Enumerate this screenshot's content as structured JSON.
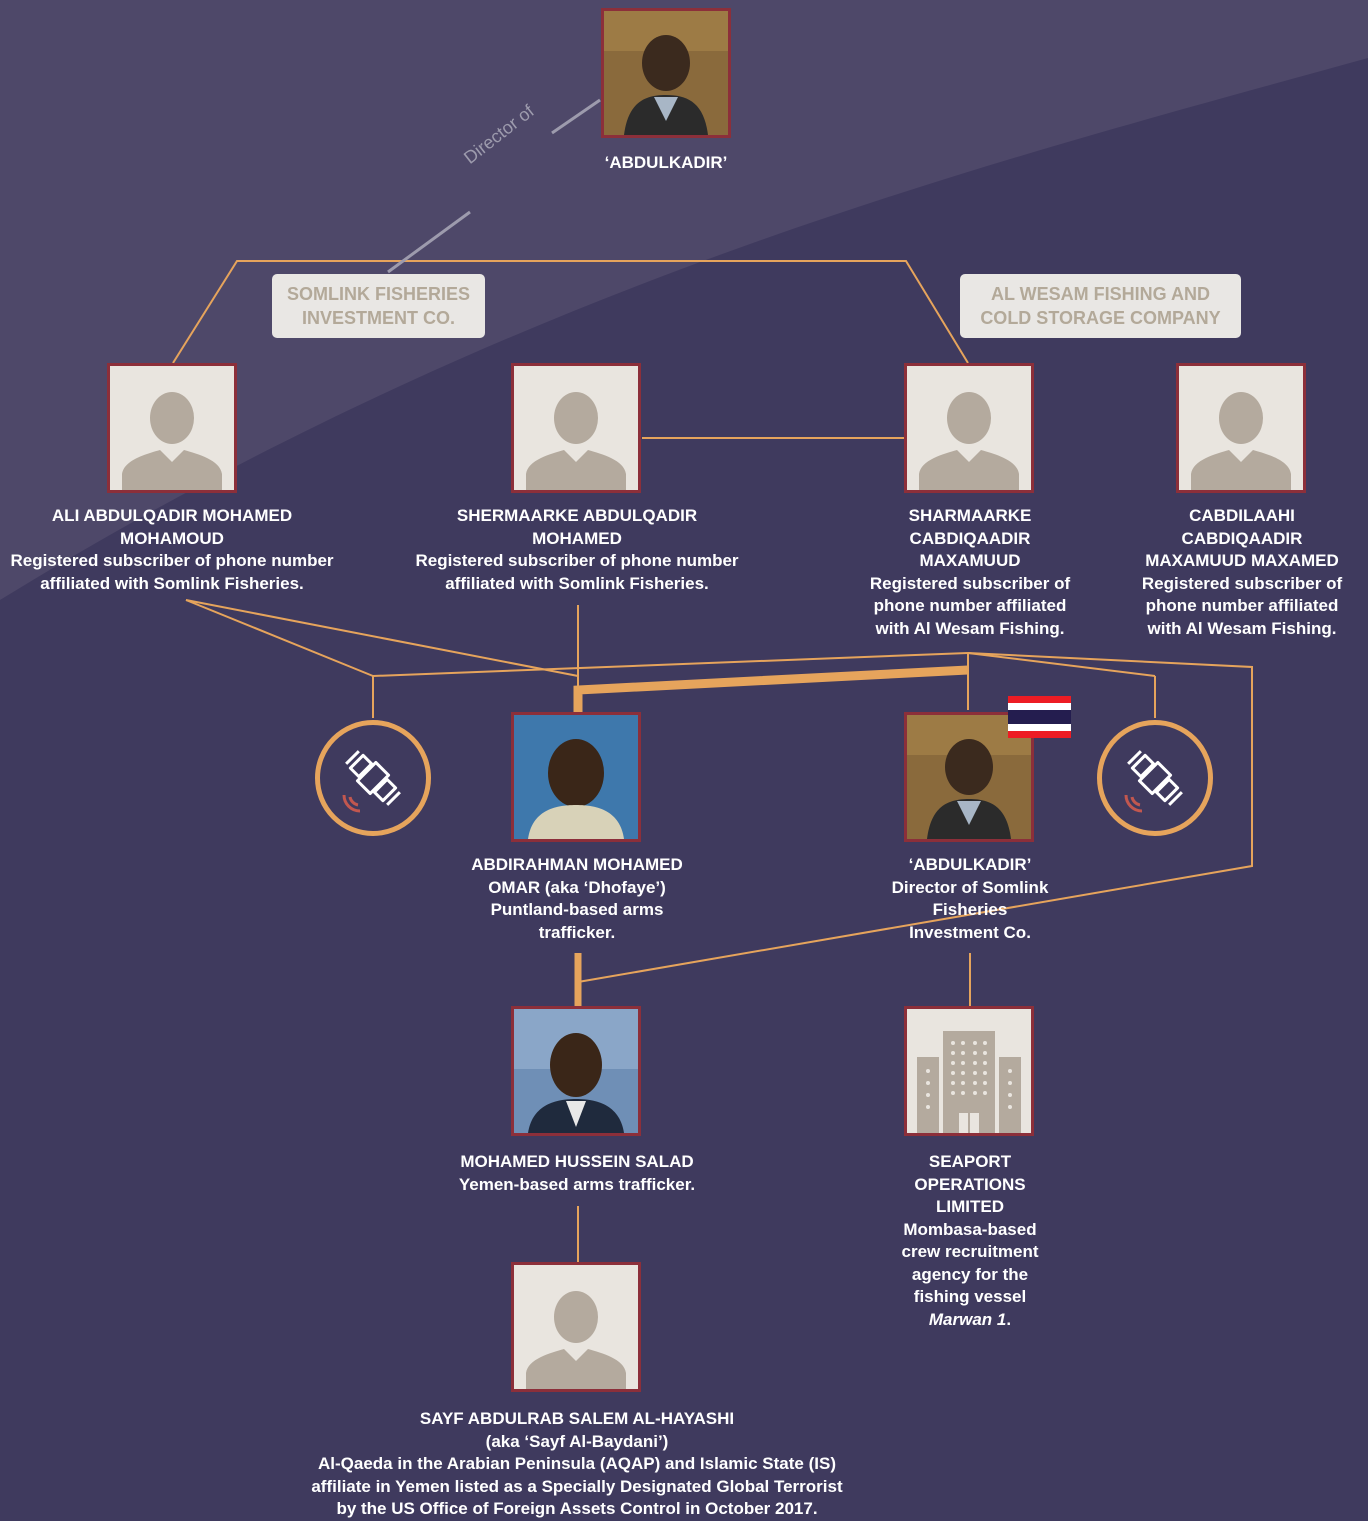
{
  "colors": {
    "background": "#3f3a5e",
    "background_light": "#4e4869",
    "connector": "#e6a45c",
    "relation_line": "#9d9bad",
    "photo_border": "#8c2f3a",
    "placeholder_bg": "#e9e5df",
    "placeholder_figure": "#b4aa9e",
    "company_box_bg": "#e9e7e4",
    "company_box_text": "#b3a999"
  },
  "relation_label": "Director of",
  "top": {
    "name": "‘ABDULKADIR’",
    "image": "photo"
  },
  "companies": [
    {
      "line1": "SOMLINK FISHERIES",
      "line2": "INVESTMENT CO."
    },
    {
      "line1": "AL WESAM FISHING AND",
      "line2": "COLD STORAGE COMPANY"
    }
  ],
  "subscribers": [
    {
      "name_lines": [
        "ALI ABDULQADIR MOHAMED",
        "MOHAMOUD"
      ],
      "desc_lines": [
        "Registered subscriber of phone number",
        "affiliated with Somlink Fisheries."
      ],
      "image": "person-placeholder-icon"
    },
    {
      "name_lines": [
        "SHERMAARKE ABDULQADIR",
        "MOHAMED"
      ],
      "desc_lines": [
        "Registered subscriber of phone number",
        "affiliated with Somlink Fisheries."
      ],
      "image": "person-placeholder-icon"
    },
    {
      "name_lines": [
        "SHARMAARKE",
        "CABDIQAADIR",
        "MAXAMUUD"
      ],
      "desc_lines": [
        "Registered subscriber of",
        "phone number affiliated",
        "with Al Wesam Fishing."
      ],
      "image": "person-placeholder-icon"
    },
    {
      "name_lines": [
        "CABDILAAHI",
        "CABDIQAADIR",
        "MAXAMUUD MAXAMED"
      ],
      "desc_lines": [
        "Registered subscriber of",
        "phone number affiliated",
        "with Al Wesam Fishing."
      ],
      "image": "person-placeholder-icon"
    }
  ],
  "satellite_icons": [
    "satellite-phone-icon",
    "satellite-phone-icon"
  ],
  "middle": [
    {
      "name_lines": [
        "ABDIRAHMAN MOHAMED",
        "OMAR (aka ‘Dhofaye’)"
      ],
      "desc_lines": [
        "Puntland-based arms",
        "trafficker."
      ],
      "image": "photo"
    },
    {
      "name_lines": [
        "‘ABDULKADIR’"
      ],
      "desc_lines": [
        "Director of Somlink",
        "Fisheries",
        "Investment Co."
      ],
      "image": "photo",
      "flag": "thailand-flag-icon"
    }
  ],
  "lower": [
    {
      "name_lines": [
        "MOHAMED HUSSEIN SALAD"
      ],
      "desc_lines": [
        "Yemen-based arms trafficker."
      ],
      "image": "photo"
    },
    {
      "name_lines": [
        "SEAPORT",
        "OPERATIONS",
        "LIMITED"
      ],
      "desc_lines": [
        "Mombasa-based",
        "crew recruitment",
        "agency for the",
        "fishing vessel"
      ],
      "desc_italic": "Marwan 1",
      "desc_italic_suffix": ".",
      "image": "building-icon"
    }
  ],
  "bottom": {
    "name_lines": [
      "SAYF ABDULRAB SALEM AL-HAYASHI",
      "(aka ‘Sayf Al-Baydani’)"
    ],
    "desc_lines": [
      "Al-Qaeda in the Arabian Peninsula (AQAP) and Islamic State (IS)",
      "affiliate in Yemen listed as a Specially Designated Global Terrorist",
      "by the US Office of Foreign Assets Control in October 2017."
    ],
    "image": "person-placeholder-icon"
  }
}
